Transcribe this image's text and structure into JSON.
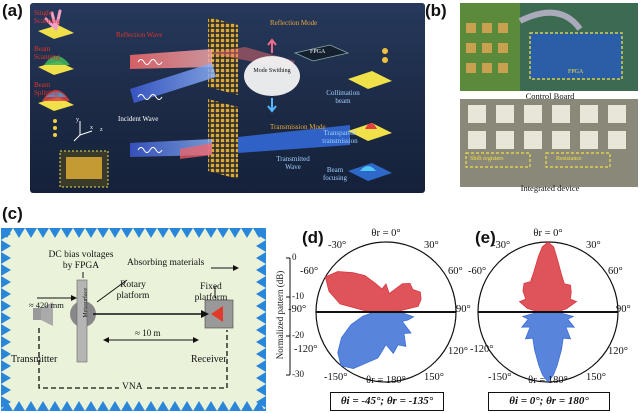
{
  "panels": {
    "a": "(a)",
    "b": "(b)",
    "c": "(c)",
    "d": "(d)",
    "e": "(e)"
  },
  "panel_a": {
    "left_labels": [
      "Single",
      "Scanning",
      "Beam",
      "Scanning",
      "Beam",
      "Splitting"
    ],
    "reflection_wave": "Reflection Wave",
    "reflection_mode": "Reflection Mode",
    "mode_switching": "Mode Swithing",
    "fpga": "FPGA",
    "incident_wave": "Incident Wave",
    "transmission_mode": "Transmission Mode",
    "transmitted_wave": "Transmitted Wave",
    "collimation_beam": "Collimation beam",
    "transparent_transmission": "Transparent transmission",
    "beam_focusing": "Beam focusing",
    "axis_x": "x",
    "axis_y": "y",
    "axis_z": "z"
  },
  "panel_b": {
    "fpga": "FPGA",
    "control_board": "Control Board",
    "shift_registers": "Shift registers",
    "resistance": "Resistance",
    "integrated_device": "Integrated device"
  },
  "panel_c": {
    "dc_bias": "DC bias voltages by FPGA",
    "absorbing_materials": "Absorbing materials",
    "rotary_platform": "Rotary platform",
    "fixed_platform": "Fixed platform",
    "dist_420": "≈ 420 mm",
    "metasurface": "Metasurface",
    "dist_10m": "≈ 10 m",
    "transmitter": "Transmitter",
    "receiver": "Receiver",
    "vna": "VNA"
  },
  "scale": {
    "title": "Normalized pattern (dB)",
    "ticks": [
      "0",
      "-10",
      "-20",
      "-30"
    ]
  },
  "polar_labels": {
    "top": "θr = 0°",
    "bottom": "θr = 180°",
    "m30": "-30°",
    "p30": "30°",
    "m60": "-60°",
    "p60": "60°",
    "m90": "-90°",
    "p90": "90°",
    "m120": "-120°",
    "p120": "120°",
    "m150": "-150°",
    "p150": "150°"
  },
  "colors": {
    "reflection": "#d9363e",
    "transmission": "#3b6fd6",
    "panel_a_bg": "#1d2c48",
    "panel_c_bg": "#e8f2d8",
    "absorber": "#2a86d9"
  },
  "chart_data": [
    {
      "type": "polar",
      "caption": "θi = -45°;  θr = -135°",
      "rlim": [
        -30,
        0
      ],
      "series": [
        {
          "angles": [
            0,
            10,
            20,
            30,
            40,
            50,
            60,
            70,
            80,
            90,
            100,
            110,
            120,
            130,
            140,
            150,
            160,
            170,
            180,
            190,
            200,
            210,
            220,
            230,
            240,
            250,
            260,
            270,
            280,
            290,
            300,
            310,
            320,
            330,
            340,
            350
          ],
          "values": [
            -18,
            -22,
            -20,
            -16,
            -14,
            -15,
            -13,
            -14,
            -16,
            -26,
            -30,
            -30,
            -30,
            -30,
            -30,
            -30,
            -30,
            -30,
            -30,
            -30,
            -30,
            -30,
            -30,
            -30,
            -30,
            -30,
            -30,
            -23,
            -10,
            -4,
            0,
            -3,
            -8,
            -12,
            -17,
            -20
          ]
        },
        {
          "angles": [
            0,
            10,
            20,
            30,
            40,
            50,
            60,
            70,
            80,
            90,
            100,
            110,
            120,
            130,
            140,
            150,
            160,
            170,
            180,
            190,
            200,
            210,
            220,
            230,
            240,
            250,
            260,
            270,
            280,
            290,
            300,
            310,
            320,
            330,
            340,
            350
          ],
          "values": [
            -30,
            -30,
            -30,
            -30,
            -30,
            -30,
            -30,
            -30,
            -30,
            -24,
            -18,
            -20,
            -22,
            -16,
            -18,
            -13,
            -15,
            -12,
            -16,
            -10,
            -7,
            -2,
            0,
            -3,
            -8,
            -14,
            -20,
            -25,
            -30,
            -30,
            -30,
            -30,
            -30,
            -30,
            -30,
            -30
          ]
        }
      ]
    },
    {
      "type": "polar",
      "caption": "θi = 0°;  θr = 180°",
      "rlim": [
        -30,
        0
      ],
      "series": [
        {
          "angles": [
            0,
            5,
            10,
            20,
            30,
            40,
            50,
            60,
            70,
            80,
            90,
            100,
            110,
            120,
            130,
            140,
            150,
            160,
            170,
            180,
            190,
            200,
            210,
            220,
            230,
            240,
            250,
            260,
            270,
            280,
            290,
            300,
            310,
            320,
            330,
            340,
            350,
            355
          ],
          "values": [
            0,
            -2,
            -7,
            -13,
            -16,
            -15,
            -17,
            -19,
            -17,
            -22,
            -26,
            -30,
            -30,
            -30,
            -30,
            -30,
            -30,
            -30,
            -30,
            -30,
            -30,
            -30,
            -30,
            -30,
            -30,
            -30,
            -30,
            -30,
            -26,
            -21,
            -17,
            -19,
            -16,
            -14,
            -15,
            -12,
            -6,
            -2
          ]
        },
        {
          "angles": [
            0,
            10,
            20,
            30,
            40,
            50,
            60,
            70,
            80,
            90,
            100,
            110,
            120,
            130,
            140,
            150,
            160,
            170,
            175,
            180,
            185,
            190,
            200,
            210,
            220,
            230,
            240,
            250,
            260,
            270,
            280,
            290,
            300,
            310,
            320,
            330,
            340,
            350
          ],
          "values": [
            -30,
            -30,
            -30,
            -30,
            -30,
            -30,
            -30,
            -30,
            -30,
            -26,
            -19,
            -21,
            -17,
            -20,
            -15,
            -17,
            -13,
            -7,
            -3,
            0,
            -3,
            -7,
            -13,
            -17,
            -15,
            -20,
            -17,
            -21,
            -19,
            -26,
            -30,
            -30,
            -30,
            -30,
            -30,
            -30,
            -30,
            -30
          ]
        }
      ]
    }
  ]
}
